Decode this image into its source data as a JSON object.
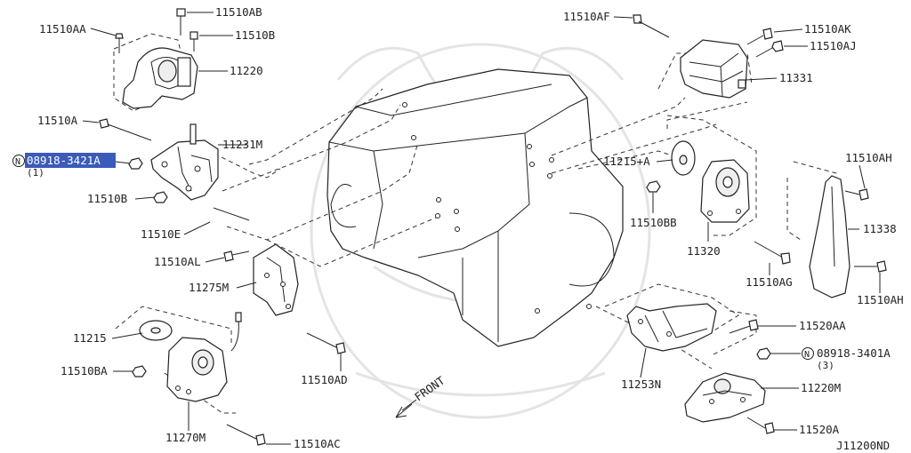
{
  "diagram_code": "J11200ND",
  "front_label": "FRONT",
  "highlight_color": "#3a5bb8",
  "callouts": {
    "c_11510AA": "11510AA",
    "c_11510AB": "11510AB",
    "c_11510B_top": "11510B",
    "c_11220": "11220",
    "c_11510A": "11510A",
    "c_11231M": "11231M",
    "c_08918_3421A": "08918-3421A",
    "c_08918_3421A_qty": "(1)",
    "c_11510B_mid": "11510B",
    "c_11510E": "11510E",
    "c_11510AL": "11510AL",
    "c_11275M": "11275M",
    "c_11215": "11215",
    "c_11510BA": "11510BA",
    "c_11270M": "11270M",
    "c_11510AC": "11510AC",
    "c_11510AD": "11510AD",
    "c_11510AF": "11510AF",
    "c_11510AK": "11510AK",
    "c_11510AJ": "11510AJ",
    "c_11331": "11331",
    "c_11215A": "11215+A",
    "c_11510BB": "11510BB",
    "c_11320": "11320",
    "c_11510AH_top": "11510AH",
    "c_11338": "11338",
    "c_11510AH_bot": "11510AH",
    "c_11510AG": "11510AG",
    "c_11520AA": "11520AA",
    "c_08918_3401A": "08918-3401A",
    "c_08918_3401A_qty": "(3)",
    "c_11220M": "11220M",
    "c_11253N": "11253N",
    "c_11520A": "11520A"
  },
  "icons": {
    "nut_symbol": "N"
  }
}
